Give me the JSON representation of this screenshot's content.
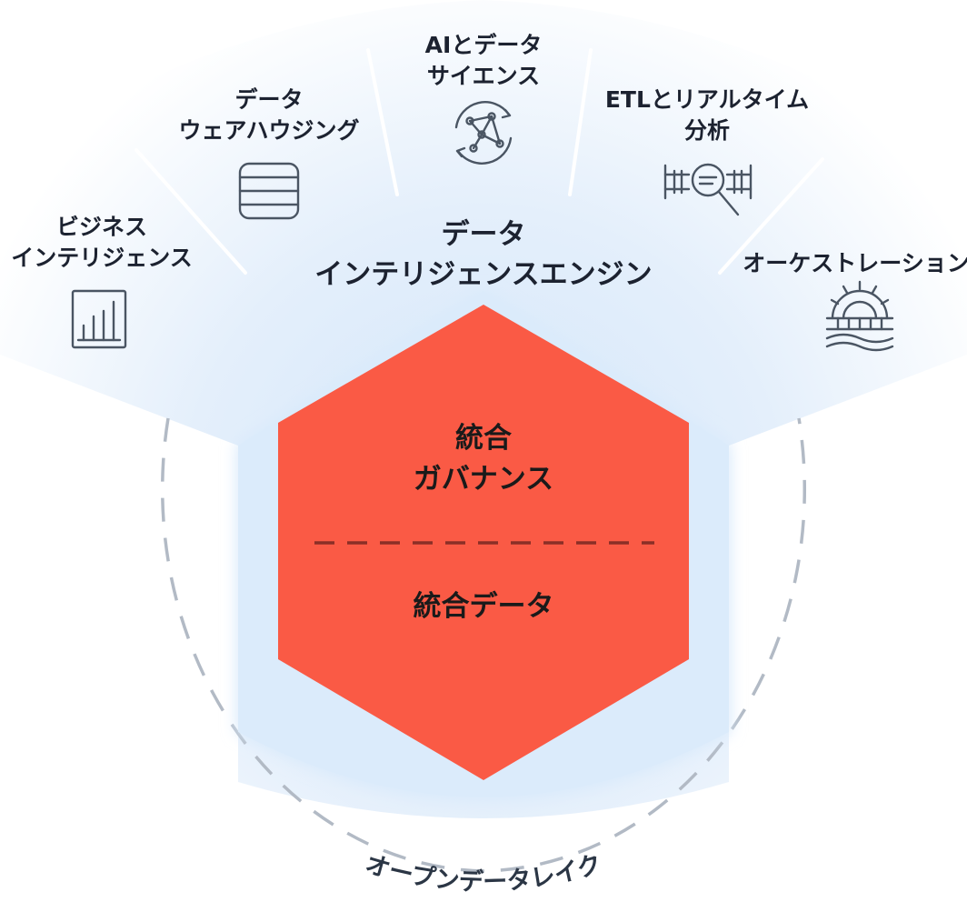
{
  "engine": {
    "line1": "データ",
    "line2": "インテリジェンスエンジン"
  },
  "capabilities": [
    {
      "id": "bi",
      "line1": "ビジネス",
      "line2": "インテリジェンス",
      "icon": "bar-chart-icon"
    },
    {
      "id": "dw",
      "line1": "データ",
      "line2": "ウェアハウジング",
      "icon": "database-icon"
    },
    {
      "id": "ai",
      "line1": "AIとデータ",
      "line2": "サイエンス",
      "icon": "network-icon"
    },
    {
      "id": "etl",
      "line1": "ETLとリアルタイム",
      "line2": "分析",
      "icon": "pipeline-search-icon"
    },
    {
      "id": "orch",
      "line1": "オーケストレーション",
      "line2": "",
      "icon": "gear-pipeline-icon"
    }
  ],
  "core": {
    "governance_line1": "統合",
    "governance_line2": "ガバナンス",
    "data": "統合データ"
  },
  "lake": {
    "label": "オープンデータレイク"
  },
  "colors": {
    "hexagon": "#fa5a45",
    "inner_band": "#d9eafb",
    "fan": "#e6f1fc",
    "lake_ring": "#aeb6c1",
    "divider": "#8a2f26"
  }
}
